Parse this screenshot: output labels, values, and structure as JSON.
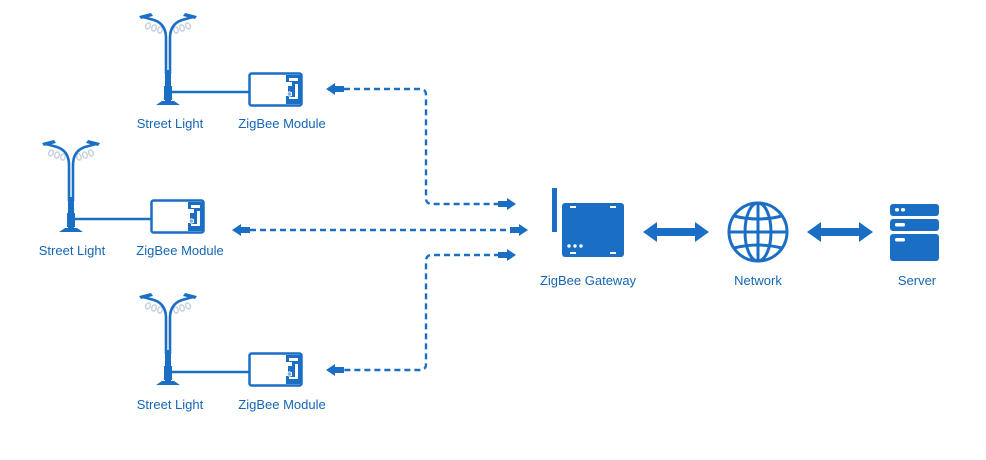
{
  "colors": {
    "primary": "#1a6fc4",
    "label": "#1466b4",
    "lamp_glow": "#c4cfdc"
  },
  "nodes": {
    "streetlights": [
      {
        "label": "Street Light",
        "icon": "street-light-icon"
      },
      {
        "label": "Street Light",
        "icon": "street-light-icon"
      },
      {
        "label": "Street Light",
        "icon": "street-light-icon"
      }
    ],
    "modules": [
      {
        "label": "ZigBee Module",
        "icon": "zigbee-module-icon"
      },
      {
        "label": "ZigBee Module",
        "icon": "zigbee-module-icon"
      },
      {
        "label": "ZigBee Module",
        "icon": "zigbee-module-icon"
      }
    ],
    "gateway": {
      "label": "ZigBee Gateway",
      "icon": "gateway-router-icon"
    },
    "network": {
      "label": "Network",
      "icon": "globe-icon"
    },
    "server": {
      "label": "Server",
      "icon": "server-rack-icon"
    }
  },
  "connections": [
    {
      "from": "ZigBee Module (top)",
      "to": "ZigBee Gateway",
      "style": "dashed",
      "direction": "bidirectional"
    },
    {
      "from": "ZigBee Module (middle)",
      "to": "ZigBee Gateway",
      "style": "dashed",
      "direction": "bidirectional"
    },
    {
      "from": "ZigBee Module (bottom)",
      "to": "ZigBee Gateway",
      "style": "dashed",
      "direction": "bidirectional"
    },
    {
      "from": "ZigBee Gateway",
      "to": "Network",
      "style": "solid",
      "direction": "bidirectional"
    },
    {
      "from": "Network",
      "to": "Server",
      "style": "solid",
      "direction": "bidirectional"
    }
  ]
}
